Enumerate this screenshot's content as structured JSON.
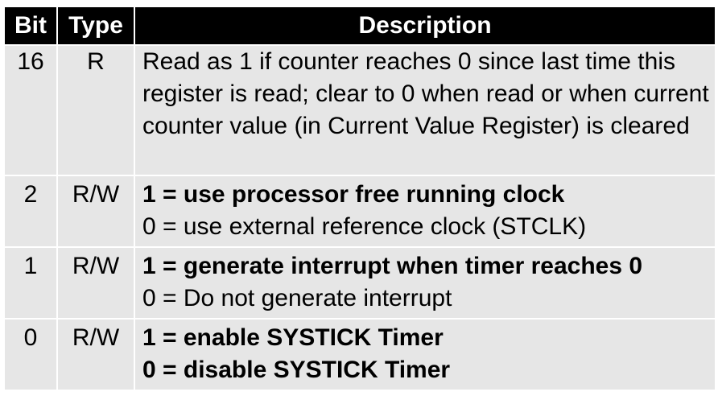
{
  "table": {
    "headers": {
      "bit": "Bit",
      "type": "Type",
      "description": "Description"
    },
    "rows": [
      {
        "bit": "16",
        "type": "R",
        "description": "Read as 1 if counter reaches 0 since last time this register is read; clear to 0 when read or when current counter value (in Current Value Register) is cleared"
      },
      {
        "bit": "2",
        "type": "R/W",
        "line1": "1 = use processor free running clock",
        "line2": "0 = use external reference clock (STCLK)"
      },
      {
        "bit": "1",
        "type": "R/W",
        "line1": "1 = generate interrupt when timer reaches 0",
        "line2": "0 = Do not generate interrupt"
      },
      {
        "bit": "0",
        "type": "R/W",
        "line1": "1 = enable SYSTICK Timer",
        "line2": "0 = disable SYSTICK Timer"
      }
    ]
  },
  "colors": {
    "header_bg": "#000000",
    "header_text": "#ffffff",
    "cell_bg": "#e6e6e6",
    "cell_text": "#000000"
  }
}
